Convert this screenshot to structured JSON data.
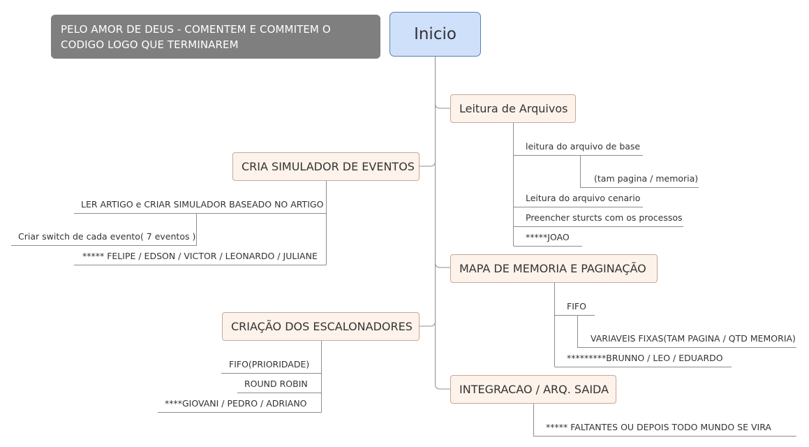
{
  "note": "PELO AMOR DE DEUS - COMENTEM E COMMITEM O CODIGO LOGO QUE TERMINAREM",
  "central": "Inicio",
  "branches": {
    "leitura": {
      "title": "Leitura de Arquivos",
      "items": [
        "leitura do arquivo de base",
        "(tam pagina / memoria)",
        "Leitura do arquivo cenario",
        "Preencher sturcts com os processos",
        "*****JOAO"
      ]
    },
    "simulador": {
      "title": "CRIA SIMULADOR DE EVENTOS",
      "items": [
        "LER ARTIGO e CRIAR SIMULADOR BASEADO NO ARTIGO",
        "Criar switch de cada evento( 7 eventos )",
        "***** FELIPE / EDSON / VICTOR / LEONARDO / JULIANE"
      ]
    },
    "memoria": {
      "title": "MAPA DE MEMORIA E PAGINAÇÃO",
      "items": [
        "FIFO",
        "VARIAVEIS FIXAS(TAM PAGINA / QTD MEMORIA)",
        "*********BRUNNO / LEO / EDUARDO"
      ]
    },
    "escalonadores": {
      "title": "CRIAÇÃO DOS ESCALONADORES",
      "items": [
        "FIFO(PRIORIDADE)",
        "ROUND ROBIN",
        "****GIOVANI / PEDRO / ADRIANO"
      ]
    },
    "integracao": {
      "title": "INTEGRACAO / ARQ. SAIDA",
      "items": [
        "*****  FALTANTES OU DEPOIS TODO MUNDO SE VIRA"
      ]
    }
  }
}
